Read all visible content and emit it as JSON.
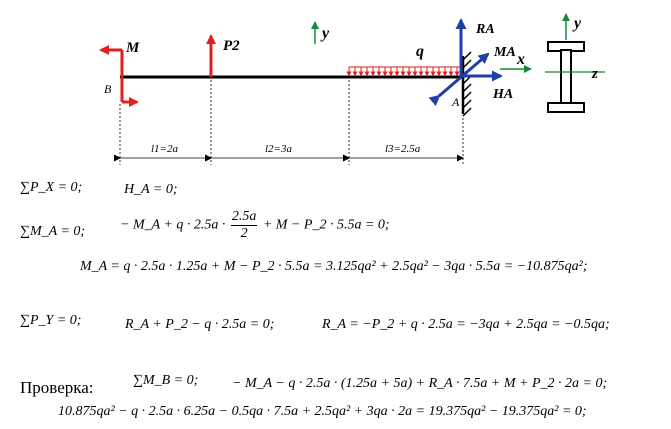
{
  "diagram": {
    "labels": {
      "M": "M",
      "P2": "P2",
      "y_beam": "y",
      "q": "q",
      "RA": "RA",
      "MA": "MA",
      "x": "x",
      "HA": "HA",
      "B": "B",
      "A": "A",
      "y_section": "y",
      "z": "z"
    },
    "dimensions": [
      "l1=2a",
      "l2=3a",
      "l3=2.5a"
    ],
    "colors": {
      "beam": "#000000",
      "load_red": "#e0201c",
      "reaction_blue": "#1f3fa6",
      "axis_green": "#168a3a"
    },
    "icons": [
      "i-beam-section-icon",
      "fixed-support-hatch-icon",
      "distributed-load-arrows-icon"
    ]
  },
  "equations": {
    "sum_px": "∑P_X = 0;",
    "ha": "H_A = 0;",
    "sum_ma": "∑M_A = 0;",
    "ma_eq_left": "− M_A + q · 2.5a ·",
    "ma_eq_frac_num": "2.5a",
    "ma_eq_frac_den": "2",
    "ma_eq_right": "+ M − P_2 · 5.5a = 0;",
    "ma_solution": "M_A = q · 2.5a · 1.25a + M − P_2 · 5.5a = 3.125qa² + 2.5qa² − 3qa · 5.5a = −10.875qa²;",
    "sum_py": "∑P_Y = 0;",
    "ra_eq": "R_A + P_2 − q · 2.5a = 0;",
    "ra_solution": "R_A = −P_2 + q · 2.5a = −3qa + 2.5qa = −0.5qa;",
    "check_label": "Проверка:",
    "sum_mb": "∑M_B = 0;",
    "mb_eq": "− M_A − q · 2.5a · (1.25a + 5a) + R_A · 7.5a + M + P_2 · 2a = 0;",
    "mb_numeric": "10.875qa² − q · 2.5a · 6.25a − 0.5qa · 7.5a + 2.5qa² + 3qa · 2a = 19.375qa² − 19.375qa² = 0;"
  }
}
